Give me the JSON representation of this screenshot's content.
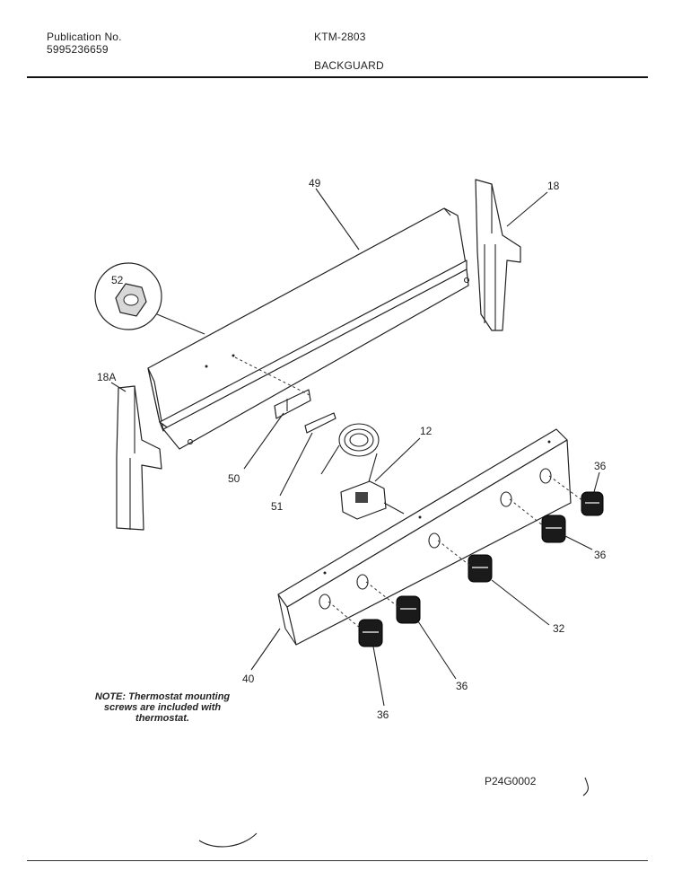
{
  "header": {
    "publication_label": "Publication No.",
    "publication_number": "5995236659",
    "model": "KTM-2803",
    "section_title": "BACKGUARD"
  },
  "callouts": {
    "p49": "49",
    "p18": "18",
    "p52": "52",
    "p18a": "18A",
    "p12": "12",
    "p50": "50",
    "p51": "51",
    "p36a": "36",
    "p36b": "36",
    "p32": "32",
    "p40": "40",
    "p36c": "36",
    "p36d": "36"
  },
  "note": {
    "line1": "NOTE: Thermostat mounting",
    "line2": "screws are included with",
    "line3": "thermostat."
  },
  "figure_code": "P24G0002"
}
